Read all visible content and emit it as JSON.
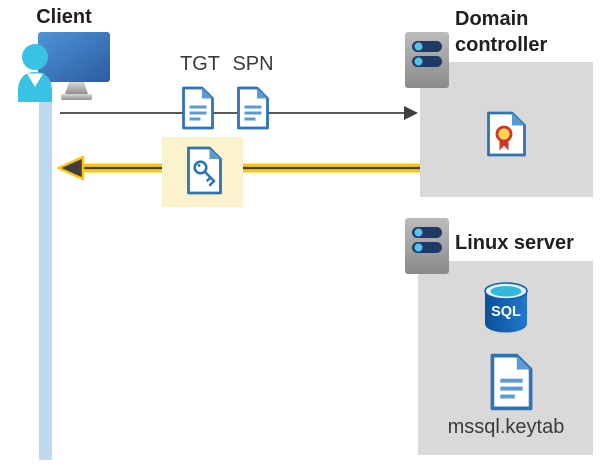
{
  "colors": {
    "accent-yellow": "#fdc608",
    "arrow-gray": "#595959",
    "arrowhead-dark": "#3f3f3f",
    "highlight-yellow": "#fbf3cd",
    "panel-gray": "#d9d9d9",
    "lifeline": "#c0d9f2",
    "doc-blue": "#2e74b5",
    "doc-fold": "#5b9bd5",
    "text-dark": "#1f1f1f",
    "text-mid": "#3a3a3a",
    "server-pill": "#1f3a64",
    "server-dot": "#56c3e8",
    "cert-red": "#cf3427",
    "cert-gold": "#fdd44f",
    "sql-blue": "#0f5fae",
    "sql-cyan": "#30b8de",
    "person-cyan": "#38c2e3"
  },
  "diagram": {
    "client": {
      "label": "Client"
    },
    "request": {
      "tgt_label": "TGT",
      "spn_label": "SPN"
    },
    "domain_controller": {
      "label": "Domain controller"
    },
    "linux_server": {
      "label": "Linux server",
      "sql_icon_label": "SQL",
      "keytab_label": "mssql.keytab"
    }
  }
}
